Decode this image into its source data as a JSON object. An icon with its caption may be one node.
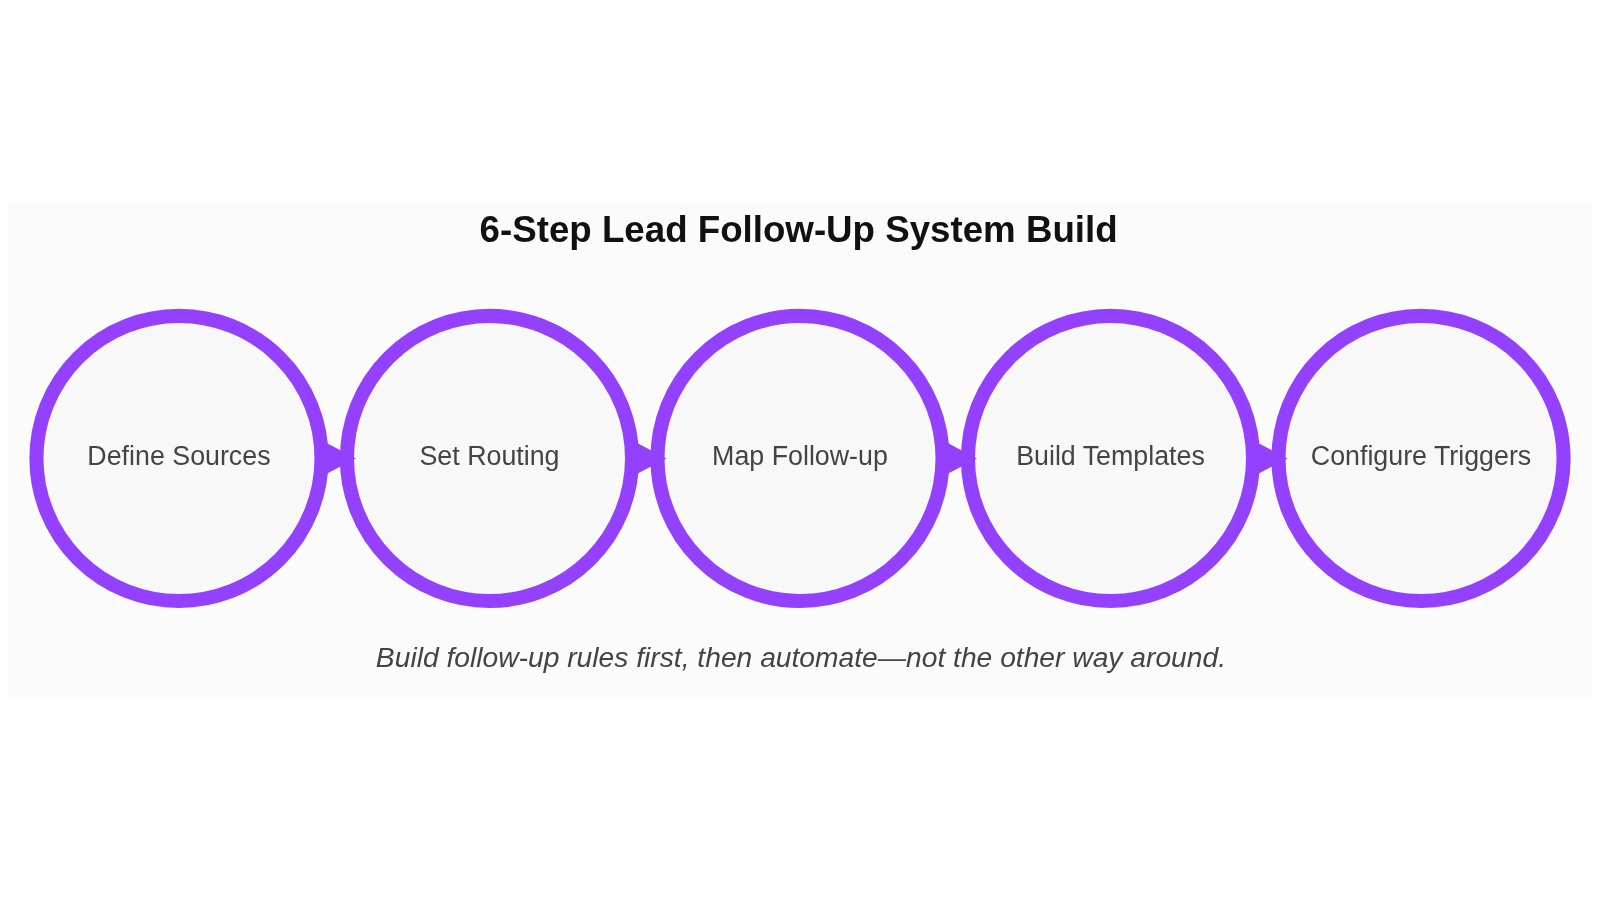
{
  "diagram": {
    "title": "6-Step Lead Follow-Up System Build",
    "caption": "Build follow-up rules first, then automate—not the other way around.",
    "nodes": [
      {
        "text": [
          "Define Sources"
        ]
      },
      {
        "text": [
          "Set Routing"
        ]
      },
      {
        "text": [
          "Map Follow-up"
        ]
      },
      {
        "text": [
          "Build Templates"
        ]
      },
      {
        "text": [
          "Configure Triggers"
        ]
      }
    ],
    "edges": [
      {
        "from": 0,
        "to": 1,
        "arrow": "to"
      },
      {
        "from": 1,
        "to": 2,
        "arrow": "to"
      },
      {
        "from": 2,
        "to": 3,
        "arrow": "to"
      },
      {
        "from": 3,
        "to": 4,
        "arrow": "to"
      }
    ]
  }
}
